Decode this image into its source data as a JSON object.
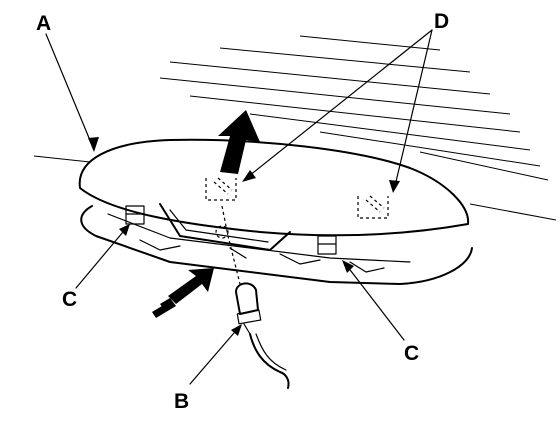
{
  "callouts": {
    "a": "A",
    "b": "B",
    "c_left": "C",
    "c_right": "C",
    "d": "D"
  },
  "icons": {
    "removal_arrow": "arrow-up-icon",
    "insertion_arrow": "arrow-up-right-icon"
  },
  "colors": {
    "ink": "#000000",
    "paper": "#ffffff"
  }
}
